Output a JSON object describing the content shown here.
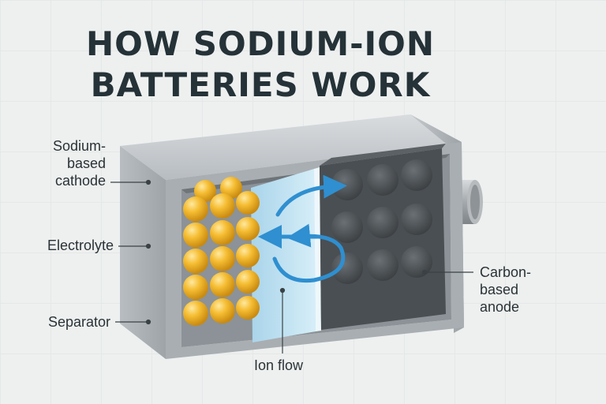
{
  "title": {
    "line1": "HOW SODIUM-ION",
    "line2": "BATTERIES WORK"
  },
  "labels": {
    "cathode_line1": "Sodium-",
    "cathode_line2": "based",
    "cathode_line3": "cathode",
    "electrolyte": "Electrolyte",
    "separator": "Separator",
    "ion_flow": "Ion flow",
    "anode_line1": "Carbon-",
    "anode_line2": "based",
    "anode_line3": "anode"
  },
  "colors": {
    "title": "#253238",
    "casing": "#9aa0a5",
    "sodium_sphere": "#f2b224",
    "electrolyte": "#bfe1f0",
    "anode": "#4a4f53",
    "ion_arrow": "#2f8fd0"
  }
}
